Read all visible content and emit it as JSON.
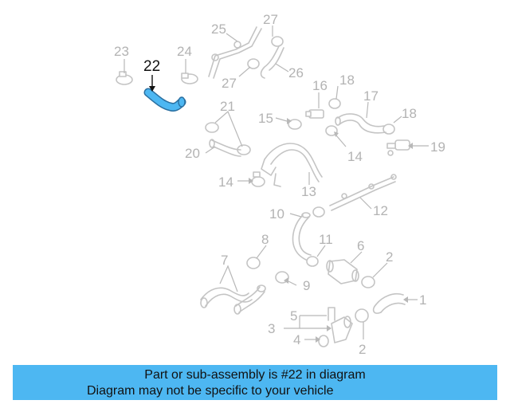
{
  "diagram": {
    "highlight_color": "#4db7f2",
    "part_color": "#c4c4c4",
    "callouts": {
      "c1": "1",
      "c2a": "2",
      "c2b": "2",
      "c3": "3",
      "c4": "4",
      "c5": "5",
      "c6": "6",
      "c7": "7",
      "c8": "8",
      "c9": "9",
      "c10": "10",
      "c11": "11",
      "c12": "12",
      "c13": "13",
      "c14a": "14",
      "c14b": "14",
      "c15": "15",
      "c16": "16",
      "c17": "17",
      "c18a": "18",
      "c18b": "18",
      "c19": "19",
      "c20": "20",
      "c21": "21",
      "c22": "22",
      "c23": "23",
      "c24": "24",
      "c25": "25",
      "c26": "26",
      "c27a": "27",
      "c27b": "27"
    }
  },
  "caption": {
    "color": "#4db7f2",
    "line1": "Part or sub-assembly is #22 in diagram",
    "line2": "Diagram may not be specific to your vehicle"
  }
}
